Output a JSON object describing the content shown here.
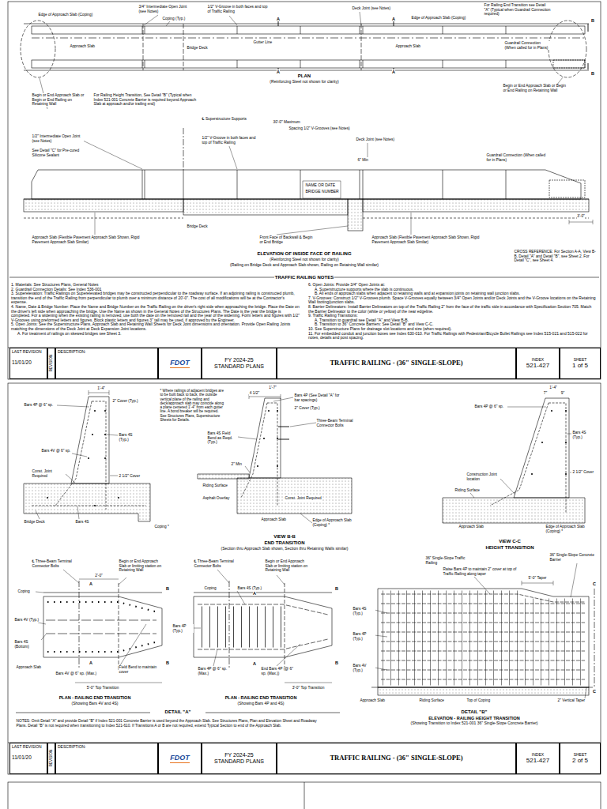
{
  "diagram": {
    "nodes": [
      {
        "text": [
          "LAST REVISION",
          "11/01/20"
        ]
      },
      {
        "text": [
          "REVISION"
        ]
      },
      {
        "text": [
          "DESCRIPTION:"
        ]
      },
      {
        "text": [
          "FDOT"
        ]
      },
      {
        "text": [
          "FY 2024-25",
          "STANDARD PLANS"
        ]
      },
      {
        "text": [
          "TRAFFIC RAILING - (36\" SINGLE-SLOPE)"
        ]
      },
      {
        "text": [
          "INDEX",
          "521-427"
        ]
      },
      {
        "text": [
          "SHEET",
          "1 of 5"
        ]
      },
      {
        "text": [
          "LAST REVISION",
          "11/01/20"
        ]
      },
      {
        "text": [
          "REVISION"
        ]
      },
      {
        "text": [
          "DESCRIPTION:"
        ]
      },
      {
        "text": [
          "FDOT"
        ]
      },
      {
        "text": [
          "FY 2024-25",
          "STANDARD PLANS"
        ]
      },
      {
        "text": [
          "TRAFFIC RAILING - (36\" SINGLE-SLOPE)"
        ]
      },
      {
        "text": [
          "INDEX",
          "521-427"
        ]
      },
      {
        "text": [
          "SHEET",
          "2 of 5"
        ]
      }
    ],
    "labels": [
      "3/4\" Intermediate Open Joint (see Notes)",
      "1/2\" V-Groove in both faces and top of Traffic Railing",
      "Deck Joint (see Notes)",
      "For Railing End Transition see Detail \"A\" (Typical when Guardrail Connection required)",
      "Edge of Approach Slab (Coping)",
      "Coping (Typ.)",
      "Edge of Approach Slab (Coping)",
      "A",
      "A",
      "A",
      "A",
      "B",
      "B",
      "Approach Slab",
      "Bridge Deck",
      "Gutter Line",
      "Approach Slab",
      "Guardrail Connection (When called for in Plans)",
      "PLAN",
      "(Reinforcing Steel not shown for clarity)",
      "Begin or End Approach Slab or Begin or End Railing on Retaining Wall",
      "For Railing Height Transition, See Detail \"B\" (Typical when Index 521-001 Concrete Barrier is required beyond Approach Slab at approach and/or trailing end)",
      "Begin or End Approach Slab or Begin or End Railing on Retaining Wall",
      "℄ Superstructure Supports",
      "30'-0\" Maximum",
      "Spacing 1/2\" V-Grooves (see Notes)",
      "1/2\" Intermediate Open Joint (see Notes)",
      "See Detail \"C\" for Pre-cured Silicone Sealant",
      "1/2\" V-Groove in both faces and top of Traffic Railing",
      "Deck Joint (see Notes)",
      "6\" Min",
      "NAME OR DATE",
      "BRIDGE NUMBER",
      "Guardrail Connection (When called for in Plans)",
      "3'-0\"",
      "Bridge Deck",
      "Approach Slab (Flexible Pavement Approach Slab Shown, Rigid Pavement Approach Slab Similar)",
      "Front Face of Backwall & Begin or End Bridge",
      "Approach Slab (Flexible Pavement Approach Slab Shown, Rigid Pavement Approach Slab Similar)",
      "ELEVATION OF INSIDE FACE OF RAILING",
      "(Reinforcing Steel not shown for clarity)",
      "(Railing on Bridge Deck and Approach Slab shown, Railing on Retaining Wall similar)",
      "CROSS REFERENCE: For Section A-A, View B-B, Detail \"A\" and Detail \"B\", see Sheet 2. For Detail \"C\", see Sheet 4.",
      "TRAFFIC RAILING NOTES",
      "1. Materials: See Structures Plans, General Notes",
      "2. Guardrail Connection Details: See Index 536-001",
      "3. Superelevation: Traffic Railings on Superelevated bridges may be constructed perpendicular to the roadway surface. If an adjoining railing is constructed plumb, transition the end of the Traffic Railing from perpendicular to plumb over a minimum distance of 20'-0\". The cost of all modifications will be at the Contractor's expense.",
      "4. Name, Date & Bridge Number: Place the Name and Bridge Number on the Traffic Railing on the driver's right side when approaching the bridge. Place the Date on the driver's left side when approaching the bridge. Use the Name as shown in the General Notes of the Structures Plans. The Date is the year the bridge is completed. For a widening when the existing railing is removed, use both the date on the removed rail and the year of the widening. Form letters and figures with 1/2\" V-Grooves using preformed letters and figures. Block plastic letters and figures 3\" tall may be used, if approved by the Engineer.",
      "5. Open Joints: See the Superstructure Plans, Approach Slab and Retaining Wall Sheets for Deck Joint dimensions and orientation. Provide Open Railing Joints matching the dimensions of the Deck Joint at Deck Expansion Joint locations.",
      "A. For treatment of railings on skewed bridges see Sheet 3.",
      "6. Open Joints: Provide 3/4\" Open Joints at:",
      "A. Superstructure supports where the slab is continuous.",
      "B. All ends of approach slabs when adjacent to retaining walls and at expansion joints on retaining wall junction slabs.",
      "7. V-Grooves: Construct 1/2\" V-Grooves plumb. Space V-Grooves equally between 3/4\" Open Joints and/or Deck Joints and the V-Groove locations on the Retaining Wall footing/junction slabs.",
      "8. Barrier Delineators: Install Barrier Delineators on top of the Traffic Railing 2\" from the face of the traffic side in accordance with Specification Section 705. Match the Barrier Delineator to the color (white or yellow) of the near edgeline.",
      "9. Traffic Railing Transitions:",
      "A. Transition to guardrail see Detail \"A\" and View B-B.",
      "B. Transition to 36\" Concrete Barriers: See Detail \"B\" and View C-C.",
      "10. See Superstructure Plans for drainage slot locations and size (when required).",
      "11. For embedded conduit and junction boxes see Index 630-010. For Traffic Railings with Pedestrian/Bicycle Bullet Railings see Index 515-021 and 515-022 for notes, details and post spacing.",
      "1'-4\"",
      "Bars 4P @ 6\" sp.",
      "2\" Cover (Typ.)",
      "Bars 4S (Typ.)",
      "Bars 4V @ 6\" sp.",
      "2 1/2\" Cover",
      "Const. Joint Required",
      "Bridge Deck",
      "Bars 4S",
      "Coping *",
      "* Where railings of adjacent bridges are to be built back to back, the outside vertical plane of the railing and deck/approach slab may coincide along a plane centered 1'-4\" from each gutter line. A bond breaker will be required. See Structures Plans, Superstructure Sheets for Details.",
      "1'-7\"",
      "4 1/2\"",
      "Bars 4P (See Detail \"A\" for bar spacings)",
      "2\" Cover (Typ.)",
      "Three-Beam Terminal Connector Bolts",
      "Bars 4S Field Bend as Reqd. (Typ.)",
      "2\" Min",
      "Asphalt Overlay",
      "Riding Surface",
      "Const. Joint Required",
      "Approach Slab",
      "Edge of Approach Slab (Coping) *",
      "VIEW B-B",
      "END TRANSITION",
      "(Section thru Approach Slab shown, Section thru Retaining Walls similar)",
      "1'-4\"",
      "7\"",
      "9\"",
      "Bars 4P @ 6\" sp.",
      "Bars 4S (Typ.)",
      "2 1/2\" Cover",
      "Construction Joint location",
      "Riding Surface",
      "Approach Slab",
      "Edge of Approach Slab (Coping) *",
      "VIEW C-C",
      "HEIGHT TRANSITION",
      "℄ Three-Beam Terminal Connector Bolts",
      "2'-0\"",
      "Begin or End Approach Slab or limiting station on Retaining Wall",
      "Coping",
      "Bars 4V (Typ.)",
      "Bars 4S (Bottom)",
      "Approach Slab",
      "Field Bend to maintain cover",
      "Bars 4V @ 6\" sp. (Max.)",
      "5'-0\" Top Transition",
      "PLAN - RAILING END TRANSITION",
      "(Showing Bars 4V and 4S)",
      "℄ Three-Beam Terminal Connector Bolts",
      "Begin or End Approach Slab or limiting station on Retaining Wall",
      "Bars 4S (Typ.)",
      "Coping",
      "Bars 4P (Typ.)",
      "Bars 4P @ 6\" sp. (Max.)",
      "End Bars 4P (@ 6\" sp. (Max.))",
      "3'-0\" Top Transition",
      "PLAN - RAILING END TRANSITION",
      "(Showing Bars 4P and 4S)",
      "DETAIL \"A\"",
      "36\" Single-Slope Traffic Railing",
      "5'-0\" Taper",
      "36\" Single-Slope Concrete Barrier",
      "Raise Bars 4P to maintain 2\" cover at top of Traffic Railing along taper",
      "Bars 4S (Typ.)",
      "Bars 4P (Typ.)",
      "Bars 4V (Typ.)",
      "Approach Slab",
      "Riding Surface",
      "Top of Coping",
      "2\" Vertical Taper",
      "DETAIL \"B\"",
      "ELEVATION - RAILING HEIGHT TRANSITION",
      "(Showing Transition to Index 521-001 36\" Single-Slope Concrete Barrier)",
      "NOTES: Omit Detail \"A\" and provide Detail \"B\" if Index 521-001 Concrete Barrier is used beyond the Approach Slab. See Structures Plans, Plan and Elevation Sheet and Roadway Plans. Detail \"B\" is not required when transitioning to Index 521-610. If Transitions A or B are not required, extend Typical Section to end of the Approach Slab.",
      "A",
      "A",
      "B",
      "B",
      "A",
      "A",
      "B",
      "B",
      "C",
      "C"
    ]
  }
}
